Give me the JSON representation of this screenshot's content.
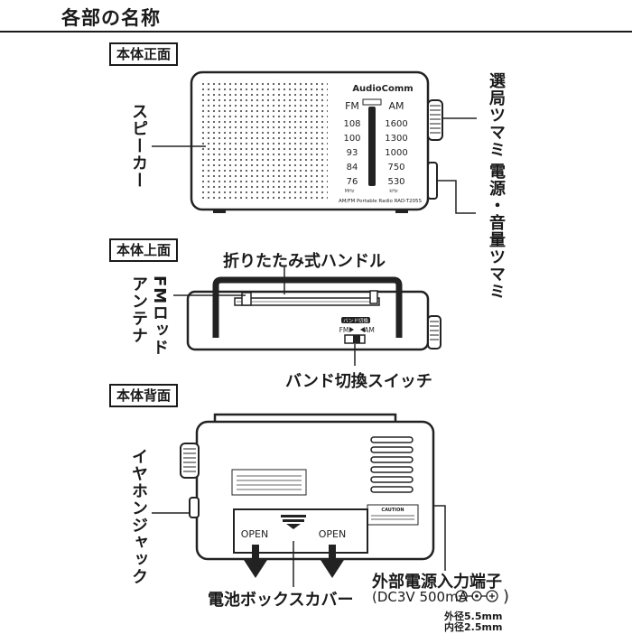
{
  "header": {
    "title": "各部の名称"
  },
  "front": {
    "section_label": "本体正面",
    "brand": "AudioComm",
    "fm_label": "FM",
    "am_label": "AM",
    "fm_scale": [
      "108",
      "100",
      "93",
      "84",
      "76"
    ],
    "am_scale": [
      "1600",
      "1300",
      "1000",
      "750",
      "530"
    ],
    "fm_unit": "MHz",
    "am_unit": "kHz",
    "model_text": "AM/FM Portable Radio RAD-T205S",
    "callout_speaker": "スピーカー",
    "callout_tuning": "選局ツマミ",
    "callout_power_volume": "電源・音量ツマミ"
  },
  "top": {
    "section_label": "本体上面",
    "callout_handle": "折りたたみ式ハンドル",
    "callout_antenna_line1": "FMロッド",
    "callout_antenna_line2": "アンテナ",
    "band_switch_label": "バンド切換",
    "band_fm": "FM",
    "band_am": "AM",
    "callout_band_switch": "バンド切換スイッチ"
  },
  "back": {
    "section_label": "本体背面",
    "callout_earphone": "イヤホンジャック",
    "open_left": "OPEN",
    "open_right": "OPEN",
    "callout_battery_cover": "電池ボックスカバー",
    "caution_title": "CAUTION",
    "callout_dc_jack": "外部電源入力端子",
    "dc_spec": "(DC3V  500mA",
    "outer_diameter": "外径5.5mm",
    "inner_diameter": "内径2.5mm"
  }
}
